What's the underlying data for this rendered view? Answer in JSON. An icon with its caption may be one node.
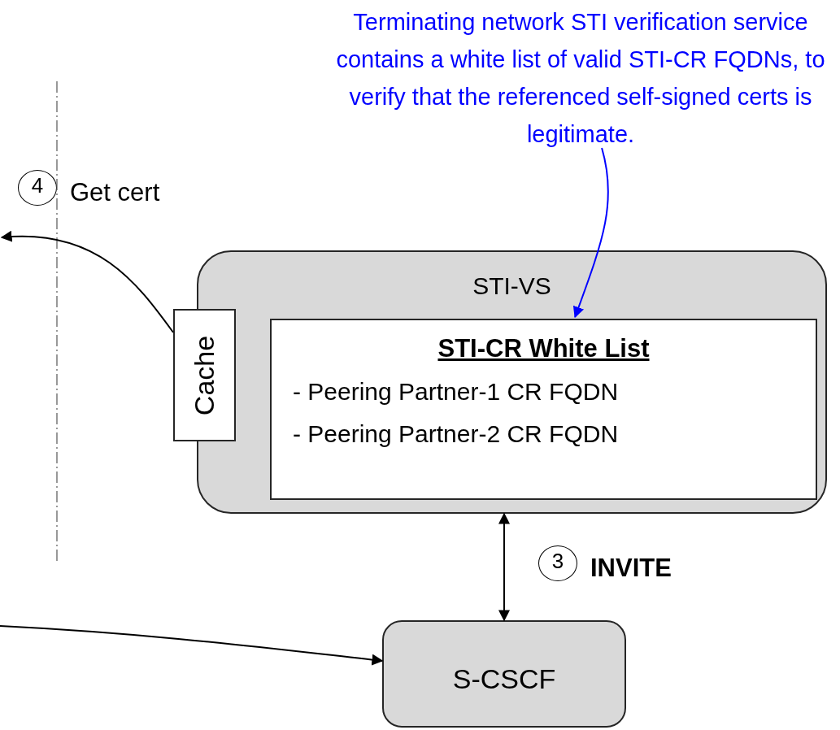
{
  "diagram": {
    "nodes": [
      {
        "text": [
          "Terminating network STI verification service contains a white list of valid STI-CR FQDNs, to verify that the referenced self-signed certs is legitimate."
        ]
      },
      {
        "text": [
          "STI-VS"
        ]
      },
      {
        "text": [
          "Cache"
        ]
      },
      {
        "text": [
          "STI-CR White List",
          "- Peering Partner-1 CR FQDN",
          "- Peering Partner-2 CR FQDN"
        ],
        "in": 1
      },
      {
        "text": [
          "S-CSCF"
        ]
      },
      {
        "text": [
          "4"
        ],
        "beside": [
          "Get cert"
        ]
      },
      {
        "text": [
          "3"
        ],
        "beside": [
          "INVITE"
        ]
      }
    ],
    "edges": [
      {
        "from": 0,
        "to": 3,
        "arrow": "to",
        "color": "#0000ff"
      },
      {
        "from": 2,
        "to": null,
        "arrow": "to"
      },
      {
        "from": 1,
        "to": 4,
        "arrow": "both"
      },
      {
        "from": null,
        "to": 4,
        "arrow": "to"
      }
    ]
  }
}
